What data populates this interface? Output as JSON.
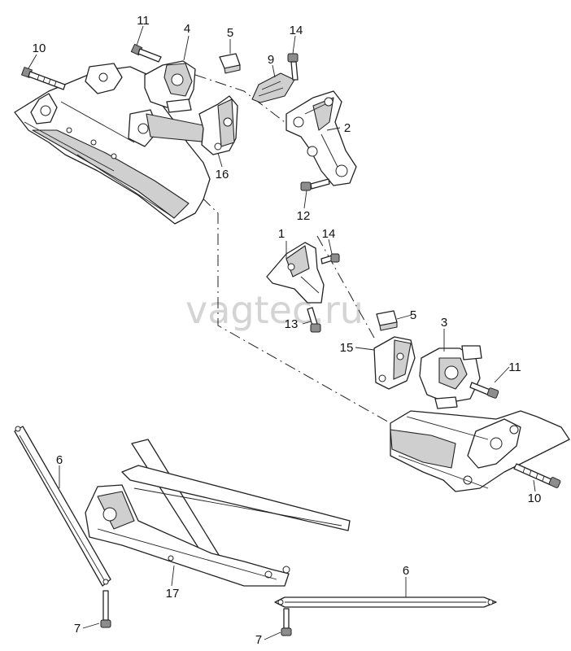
{
  "watermark": "vagtec.ru",
  "callouts": [
    {
      "id": "c1",
      "label": "1"
    },
    {
      "id": "c2",
      "label": "2"
    },
    {
      "id": "c3",
      "label": "3"
    },
    {
      "id": "c4",
      "label": "4"
    },
    {
      "id": "c5a",
      "label": "5"
    },
    {
      "id": "c5b",
      "label": "5"
    },
    {
      "id": "c6a",
      "label": "6"
    },
    {
      "id": "c6b",
      "label": "6"
    },
    {
      "id": "c7a",
      "label": "7"
    },
    {
      "id": "c7b",
      "label": "7"
    },
    {
      "id": "c9",
      "label": "9"
    },
    {
      "id": "c10a",
      "label": "10"
    },
    {
      "id": "c10b",
      "label": "10"
    },
    {
      "id": "c11a",
      "label": "11"
    },
    {
      "id": "c11b",
      "label": "11"
    },
    {
      "id": "c12",
      "label": "12"
    },
    {
      "id": "c13",
      "label": "13"
    },
    {
      "id": "c14a",
      "label": "14"
    },
    {
      "id": "c14b",
      "label": "14"
    },
    {
      "id": "c15",
      "label": "15"
    },
    {
      "id": "c16",
      "label": "16"
    },
    {
      "id": "c17",
      "label": "17"
    }
  ]
}
